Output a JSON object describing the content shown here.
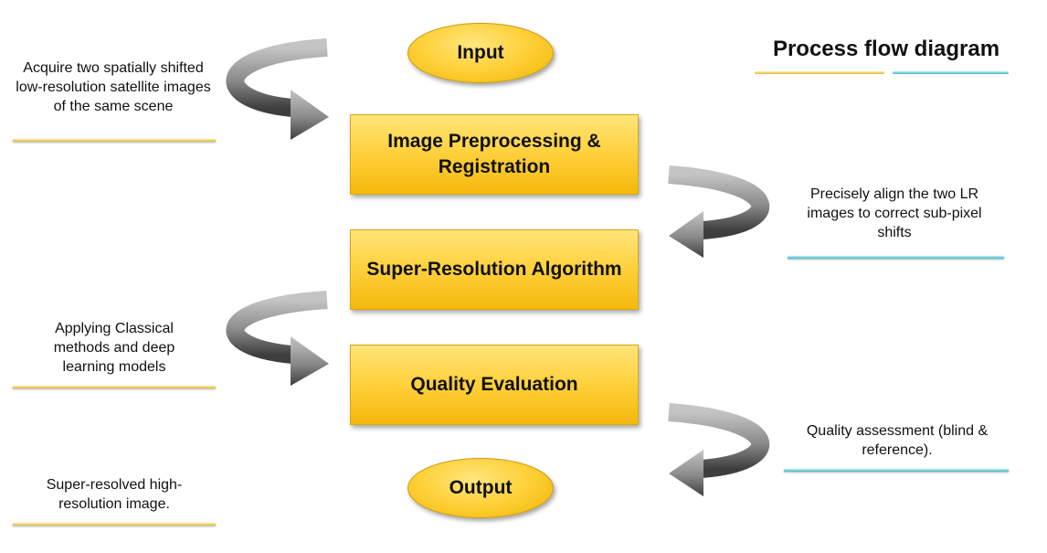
{
  "title": "Process flow diagram",
  "nodes": {
    "input": "Input",
    "preprocessing": "Image Preprocessing & Registration",
    "super_resolution": "Super-Resolution Algorithm",
    "quality": "Quality Evaluation",
    "output": "Output"
  },
  "notes": {
    "acquire": "Acquire two spatially shifted low-resolution satellite images of the same scene",
    "align": "Precisely align the two LR images to correct sub-pixel shifts",
    "methods": "Applying Classical methods and deep learning models",
    "assessment": "Quality assessment (blind & reference).",
    "result": "Super-resolved high-resolution image."
  },
  "colors": {
    "node_fill": "#ffd03b",
    "gold_underline": "#e2b53a",
    "blue_underline": "#3ab6c7",
    "arrow": "#7a7a7a"
  }
}
